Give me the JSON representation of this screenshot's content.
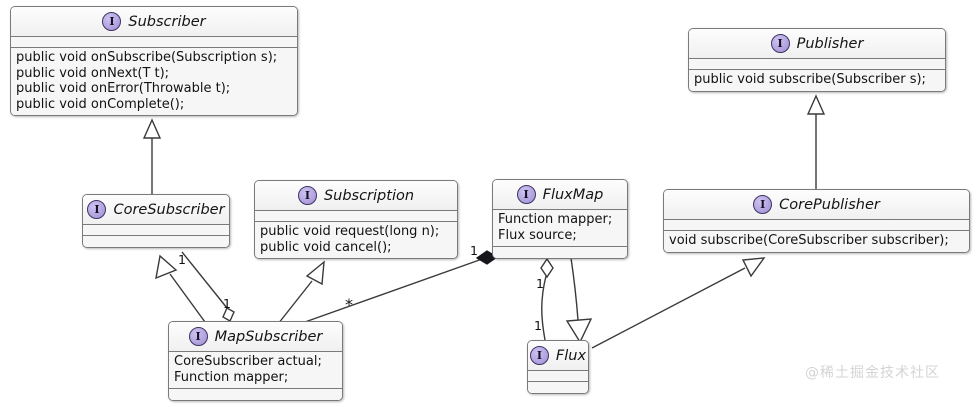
{
  "diagram": {
    "type": "uml-class-diagram",
    "background": "#ffffff",
    "line_color": "#3a3a3a",
    "box_fill": "#f7f7f7",
    "box_border": "#7a7a7a",
    "icon_color": "#b3a4df",
    "icon_glyph": "I",
    "watermark": "@稀土掘金技术社区"
  },
  "classes": [
    {
      "id": "subscriber",
      "name": "Subscriber",
      "stereotype": "interface",
      "icon": "interface-icon",
      "members": [
        "public void onSubscribe(Subscription s);",
        "public void onNext(T t);",
        "public void onError(Throwable t);",
        "public void onComplete();"
      ]
    },
    {
      "id": "publisher",
      "name": "Publisher",
      "stereotype": "interface",
      "icon": "interface-icon",
      "members": [
        "public void subscribe(Subscriber s);"
      ]
    },
    {
      "id": "core-subscriber",
      "name": "CoreSubscriber",
      "stereotype": "interface",
      "icon": "interface-icon",
      "members": []
    },
    {
      "id": "subscription",
      "name": "Subscription",
      "stereotype": "interface",
      "icon": "interface-icon",
      "members": [
        "public void request(long n);",
        "public void cancel();"
      ]
    },
    {
      "id": "flux-map",
      "name": "FluxMap",
      "stereotype": "interface",
      "icon": "interface-icon",
      "members": [
        "Function mapper;",
        "Flux source;"
      ]
    },
    {
      "id": "core-publisher",
      "name": "CorePublisher",
      "stereotype": "interface",
      "icon": "interface-icon",
      "members": [
        "void subscribe(CoreSubscriber subscriber);"
      ]
    },
    {
      "id": "map-subscriber",
      "name": "MapSubscriber",
      "stereotype": "interface",
      "icon": "interface-icon",
      "members": [
        "CoreSubscriber actual;",
        "Function mapper;"
      ]
    },
    {
      "id": "flux",
      "name": "Flux",
      "stereotype": "interface",
      "icon": "interface-icon",
      "members": []
    }
  ],
  "relationships": [
    {
      "id": "r1",
      "from": "core-subscriber",
      "to": "subscriber",
      "kind": "generalization",
      "label": ""
    },
    {
      "id": "r2",
      "from": "core-publisher",
      "to": "publisher",
      "kind": "generalization",
      "label": ""
    },
    {
      "id": "r3",
      "from": "map-subscriber",
      "to": "core-subscriber",
      "kind": "generalization",
      "label": "1"
    },
    {
      "id": "r4",
      "from": "core-subscriber",
      "to": "map-subscriber",
      "kind": "aggregation",
      "label": "1"
    },
    {
      "id": "r5",
      "from": "map-subscriber",
      "to": "subscription",
      "kind": "generalization",
      "label": ""
    },
    {
      "id": "r6",
      "from": "flux-map",
      "to": "map-subscriber",
      "kind": "composition",
      "source_label": "1",
      "target_label": "*"
    },
    {
      "id": "r7",
      "from": "flux-map",
      "to": "flux",
      "kind": "aggregation",
      "source_label": "1",
      "target_label": "1"
    },
    {
      "id": "r8",
      "from": "flux",
      "to": "flux-map",
      "kind": "generalization",
      "label": ""
    },
    {
      "id": "r9",
      "from": "flux",
      "to": "core-publisher",
      "kind": "generalization",
      "label": ""
    }
  ],
  "edge_labels": [
    {
      "id": "lbl-core-sub-1",
      "text": "1"
    },
    {
      "id": "lbl-map-sub-1",
      "text": "1"
    },
    {
      "id": "lbl-fluxmap-1",
      "text": "1"
    },
    {
      "id": "lbl-mapsub-star",
      "text": "*"
    },
    {
      "id": "lbl-agg-top-1",
      "text": "1"
    },
    {
      "id": "lbl-agg-bottom-1",
      "text": "1"
    }
  ]
}
